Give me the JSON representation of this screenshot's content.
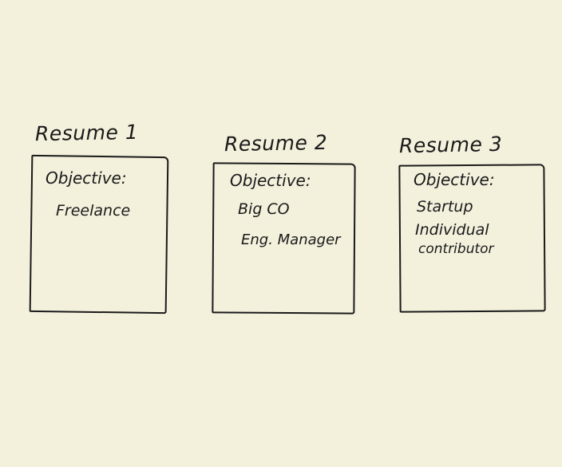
{
  "cards": [
    {
      "title": "Resume 1",
      "objective_label": "Objective:",
      "objective_lines": [
        "Freelance"
      ]
    },
    {
      "title": "Resume 2",
      "objective_label": "Objective:",
      "objective_lines": [
        "Big CO",
        "Eng. Manager"
      ]
    },
    {
      "title": "Resume 3",
      "objective_label": "Objective:",
      "objective_lines": [
        "Startup",
        "Individual",
        "contributor"
      ]
    }
  ]
}
